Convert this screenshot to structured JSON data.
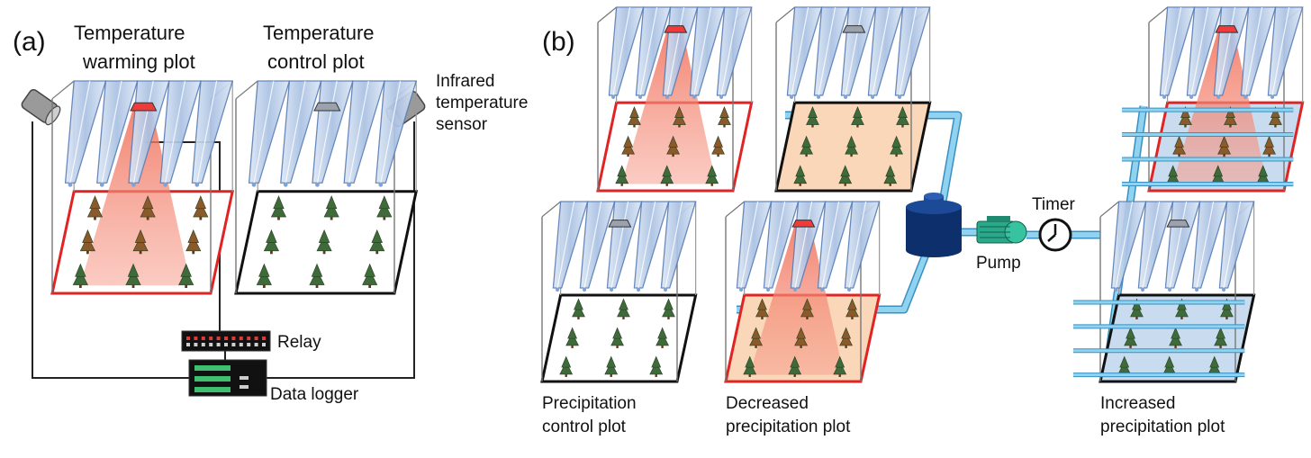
{
  "panel_a": {
    "label": "(a)",
    "warming_plot": [
      "Temperature",
      "warming plot"
    ],
    "control_plot": [
      "Temperature",
      "control plot"
    ],
    "sensor": [
      "Infrared",
      "temperature",
      "sensor"
    ],
    "relay": "Relay",
    "data_logger": "Data logger"
  },
  "panel_b": {
    "label": "(b)",
    "precip_control": [
      "Precipitation",
      "control plot"
    ],
    "decreased": [
      "Decreased",
      "precipitation plot"
    ],
    "increased": [
      "Increased",
      "precipitation plot"
    ],
    "timer": "Timer",
    "pump": "Pump"
  },
  "colors": {
    "panel_blue": "#b7cbe8",
    "panel_edge": "#5b7fb8",
    "heater": "#ef3b3b",
    "heat_cone": "#f08a7a",
    "pipe": "#8fd3f0",
    "pipe_edge": "#3a8fc0",
    "tank": "#0d2f6b",
    "pump": "#2aa98a",
    "tree_green": "#3f6b3a",
    "tree_brown": "#8a5a2b",
    "warm_border": "#e02424",
    "tint_peach": "#f9d7b8",
    "tint_blue": "#c9dcef"
  }
}
